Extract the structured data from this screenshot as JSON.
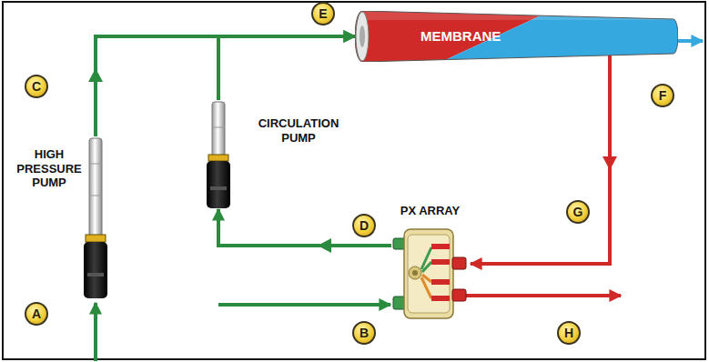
{
  "diagram": {
    "nodes": [
      {
        "text": [
          "HIGH PRESSURE PUMP"
        ]
      },
      {
        "text": [
          "CIRCULATION PUMP"
        ]
      },
      {
        "text": [
          "MEMBRANE"
        ]
      },
      {
        "text": [
          "PX ARRAY"
        ]
      }
    ],
    "edges": [
      {
        "from": 0,
        "to": 2,
        "arrow": "to"
      },
      {
        "from": 1,
        "to": 2,
        "arrow": "to"
      },
      {
        "from": 2,
        "to": 3,
        "arrow": "to"
      },
      {
        "from": 3,
        "to": 1,
        "arrow": "to"
      }
    ],
    "labels": [
      "E",
      "C",
      "F",
      "G",
      "D",
      "A",
      "B",
      "H"
    ]
  }
}
